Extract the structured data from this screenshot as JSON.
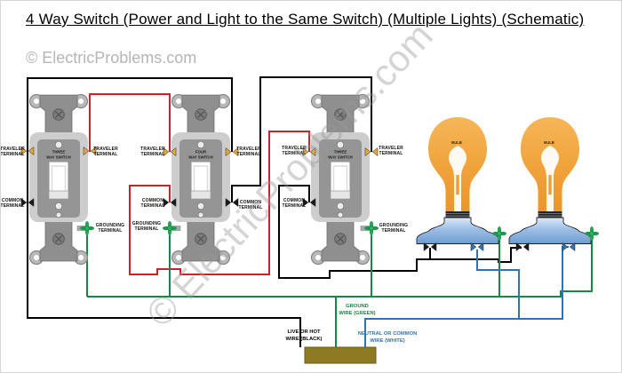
{
  "title": "4 Way Switch (Power and Light to the Same Switch) (Multiple Lights) (Schematic)",
  "watermarks": {
    "corner": "© ElectricProblems.com",
    "diagonal": "© ElectricProblems.com"
  },
  "terminal_labels": {
    "traveler1": "TRAVELER",
    "traveler2": "TERMINAL",
    "common1": "COMMON",
    "common2": "TERMINAL",
    "grounding1": "GROUNDING",
    "grounding2": "TERMINAL"
  },
  "switches": [
    {
      "name": "three-way-switch-1",
      "label1": "THREE",
      "label2": "WAY SWITCH"
    },
    {
      "name": "four-way-switch",
      "label1": "FOUR",
      "label2": "WAY SWITCH"
    },
    {
      "name": "three-way-switch-2",
      "label1": "THREE",
      "label2": "WAY SWITCH"
    }
  ],
  "bulbs": [
    {
      "label": "BULB"
    },
    {
      "label": "BULB"
    }
  ],
  "power_labels": {
    "live1": "LIVE OR HOT",
    "live2": "WIRE (BLACK)",
    "ground1": "GROUND",
    "ground2": "WIRE (GREEN)",
    "neutral1": "NEUTRAL OR COMMON",
    "neutral2": "WIRE (WHITE)"
  },
  "colors": {
    "hot_wire": "#000000",
    "traveler_wire": "#cf2121",
    "ground_wire": "#128a43",
    "neutral_wire": "#2e74b5",
    "power_bar": "#8d7a22",
    "bulb_orange": "#f1a33c",
    "holder_blue": "#7fa9da",
    "brass_terminal": "#e2aa3c"
  }
}
